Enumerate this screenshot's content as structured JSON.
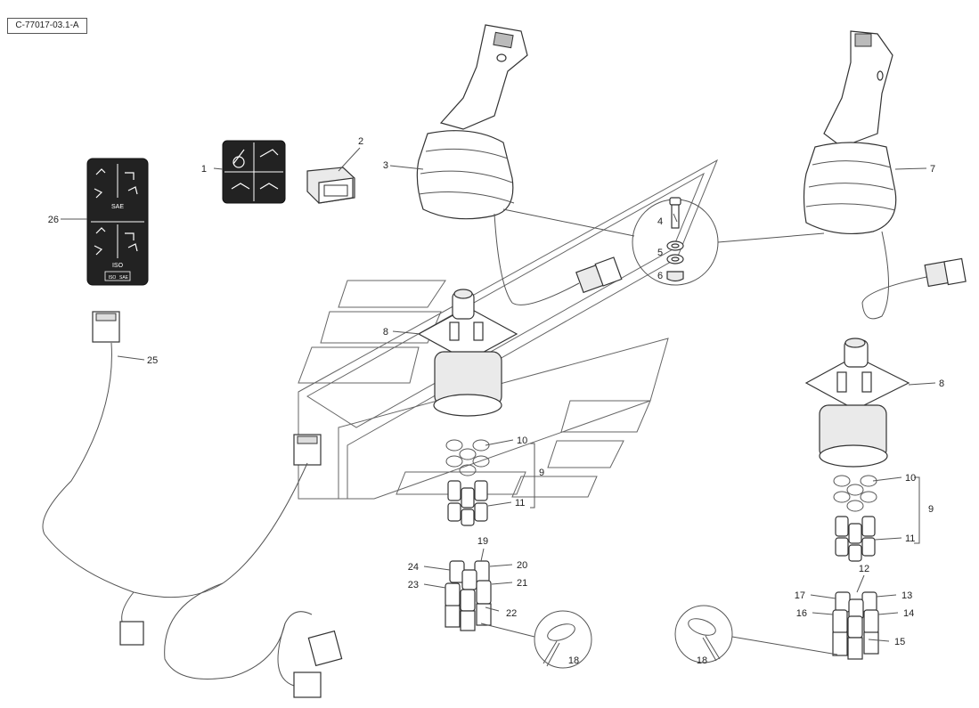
{
  "diagram": {
    "code": "C-77017-03.1-A",
    "decal_sae": "SAE",
    "decal_iso": "ISO",
    "decal_small_sae": "SAE",
    "decal_small_iso": "ISO",
    "callouts": [
      {
        "id": "c1",
        "label": "1"
      },
      {
        "id": "c2",
        "label": "2"
      },
      {
        "id": "c3",
        "label": "3"
      },
      {
        "id": "c4",
        "label": "4"
      },
      {
        "id": "c5",
        "label": "5"
      },
      {
        "id": "c6",
        "label": "6"
      },
      {
        "id": "c7",
        "label": "7"
      },
      {
        "id": "c8a",
        "label": "8"
      },
      {
        "id": "c8b",
        "label": "8"
      },
      {
        "id": "c9a",
        "label": "9"
      },
      {
        "id": "c9b",
        "label": "9"
      },
      {
        "id": "c10a",
        "label": "10"
      },
      {
        "id": "c10b",
        "label": "10"
      },
      {
        "id": "c11a",
        "label": "11"
      },
      {
        "id": "c11b",
        "label": "11"
      },
      {
        "id": "c12",
        "label": "12"
      },
      {
        "id": "c13",
        "label": "13"
      },
      {
        "id": "c14",
        "label": "14"
      },
      {
        "id": "c15",
        "label": "15"
      },
      {
        "id": "c16",
        "label": "16"
      },
      {
        "id": "c17",
        "label": "17"
      },
      {
        "id": "c18a",
        "label": "18"
      },
      {
        "id": "c18b",
        "label": "18"
      },
      {
        "id": "c19",
        "label": "19"
      },
      {
        "id": "c20",
        "label": "20"
      },
      {
        "id": "c21",
        "label": "21"
      },
      {
        "id": "c22",
        "label": "22"
      },
      {
        "id": "c23",
        "label": "23"
      },
      {
        "id": "c24",
        "label": "24"
      },
      {
        "id": "c25",
        "label": "25"
      },
      {
        "id": "c26",
        "label": "26"
      }
    ]
  }
}
